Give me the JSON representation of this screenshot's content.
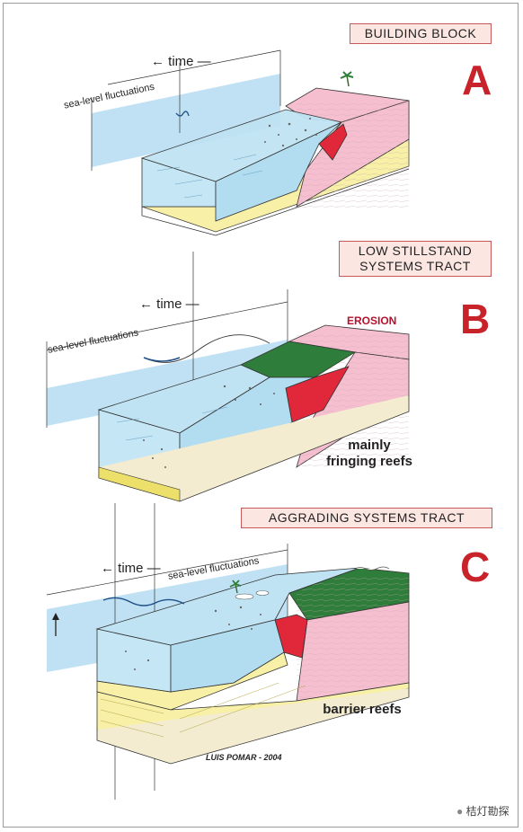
{
  "panels": [
    {
      "title": "BUILDING BLOCK",
      "letter": "A",
      "time_label": "time",
      "sea_level_label": "sea-level fluctuations"
    },
    {
      "title_line1": "LOW STILLSTAND",
      "title_line2": "SYSTEMS TRACT",
      "letter": "B",
      "time_label": "time",
      "sea_level_label": "sea-level fluctuations",
      "erosion_label": "EROSION",
      "reef_label_line1": "mainly",
      "reef_label_line2": "fringing  reefs"
    },
    {
      "title": "AGGRADING SYSTEMS TRACT",
      "letter": "C",
      "time_label": "time",
      "sea_level_label": "sea-level fluctuations",
      "reef_label": "barrier  reefs"
    }
  ],
  "credit": "LUIS POMAR - 2004",
  "watermark": "桔灯勘探",
  "colors": {
    "water": "#bfe3f3",
    "water_dark": "#9dd0ea",
    "sea_plane": "#a9d7ef",
    "sand": "#f7f0a6",
    "sand_dark": "#ede06a",
    "pink": "#f6bfd0",
    "red": "#e0283a",
    "green": "#2f7d3a",
    "base": "#f3ecd0",
    "title_red": "#c8222a"
  }
}
